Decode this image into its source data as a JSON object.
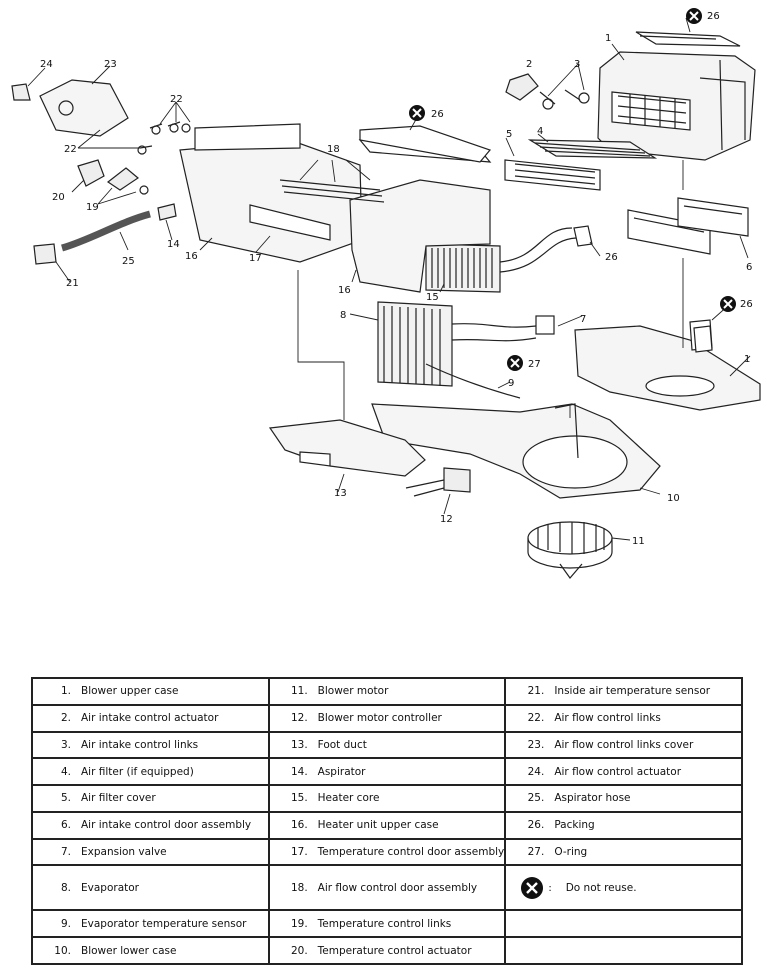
{
  "callouts": [
    "1",
    "2",
    "3",
    "4",
    "5",
    "6",
    "7",
    "8",
    "9",
    "10",
    "11",
    "12",
    "13",
    "14",
    "15",
    "16",
    "17",
    "18",
    "19",
    "20",
    "21",
    "22",
    "23",
    "24",
    "25",
    "26",
    "27"
  ],
  "legend": {
    "rows": [
      [
        {
          "num": "1.",
          "label": "Blower upper case"
        },
        {
          "num": "11.",
          "label": "Blower motor"
        },
        {
          "num": "21.",
          "label": "Inside air temperature sensor"
        }
      ],
      [
        {
          "num": "2.",
          "label": "Air intake control actuator"
        },
        {
          "num": "12.",
          "label": "Blower motor controller"
        },
        {
          "num": "22.",
          "label": "Air flow control links"
        }
      ],
      [
        {
          "num": "3.",
          "label": "Air intake control links"
        },
        {
          "num": "13.",
          "label": "Foot duct"
        },
        {
          "num": "23.",
          "label": "Air flow control links cover"
        }
      ],
      [
        {
          "num": "4.",
          "label": "Air filter (if equipped)"
        },
        {
          "num": "14.",
          "label": "Aspirator"
        },
        {
          "num": "24.",
          "label": "Air flow control actuator"
        }
      ],
      [
        {
          "num": "5.",
          "label": "Air filter cover"
        },
        {
          "num": "15.",
          "label": "Heater core"
        },
        {
          "num": "25.",
          "label": "Aspirator hose"
        }
      ],
      [
        {
          "num": "6.",
          "label": "Air intake control door assembly"
        },
        {
          "num": "16.",
          "label": "Heater unit upper case"
        },
        {
          "num": "26.",
          "label": "Packing"
        }
      ],
      [
        {
          "num": "7.",
          "label": "Expansion valve"
        },
        {
          "num": "17.",
          "label": "Temperature control door assembly"
        },
        {
          "num": "27.",
          "label": "O-ring"
        }
      ],
      [
        {
          "num": "8.",
          "label": "Evaporator"
        },
        {
          "num": "18.",
          "label": "Air flow control door assembly"
        },
        {
          "num": ":",
          "label": "Do not reuse."
        }
      ],
      [
        {
          "num": "9.",
          "label": "Evaporator temperature sensor"
        },
        {
          "num": "19.",
          "label": "Temperature control links"
        },
        {
          "num": "",
          "label": ""
        }
      ],
      [
        {
          "num": "10.",
          "label": "Blower lower case"
        },
        {
          "num": "20.",
          "label": "Temperature control actuator"
        },
        {
          "num": "",
          "label": ""
        }
      ]
    ]
  }
}
